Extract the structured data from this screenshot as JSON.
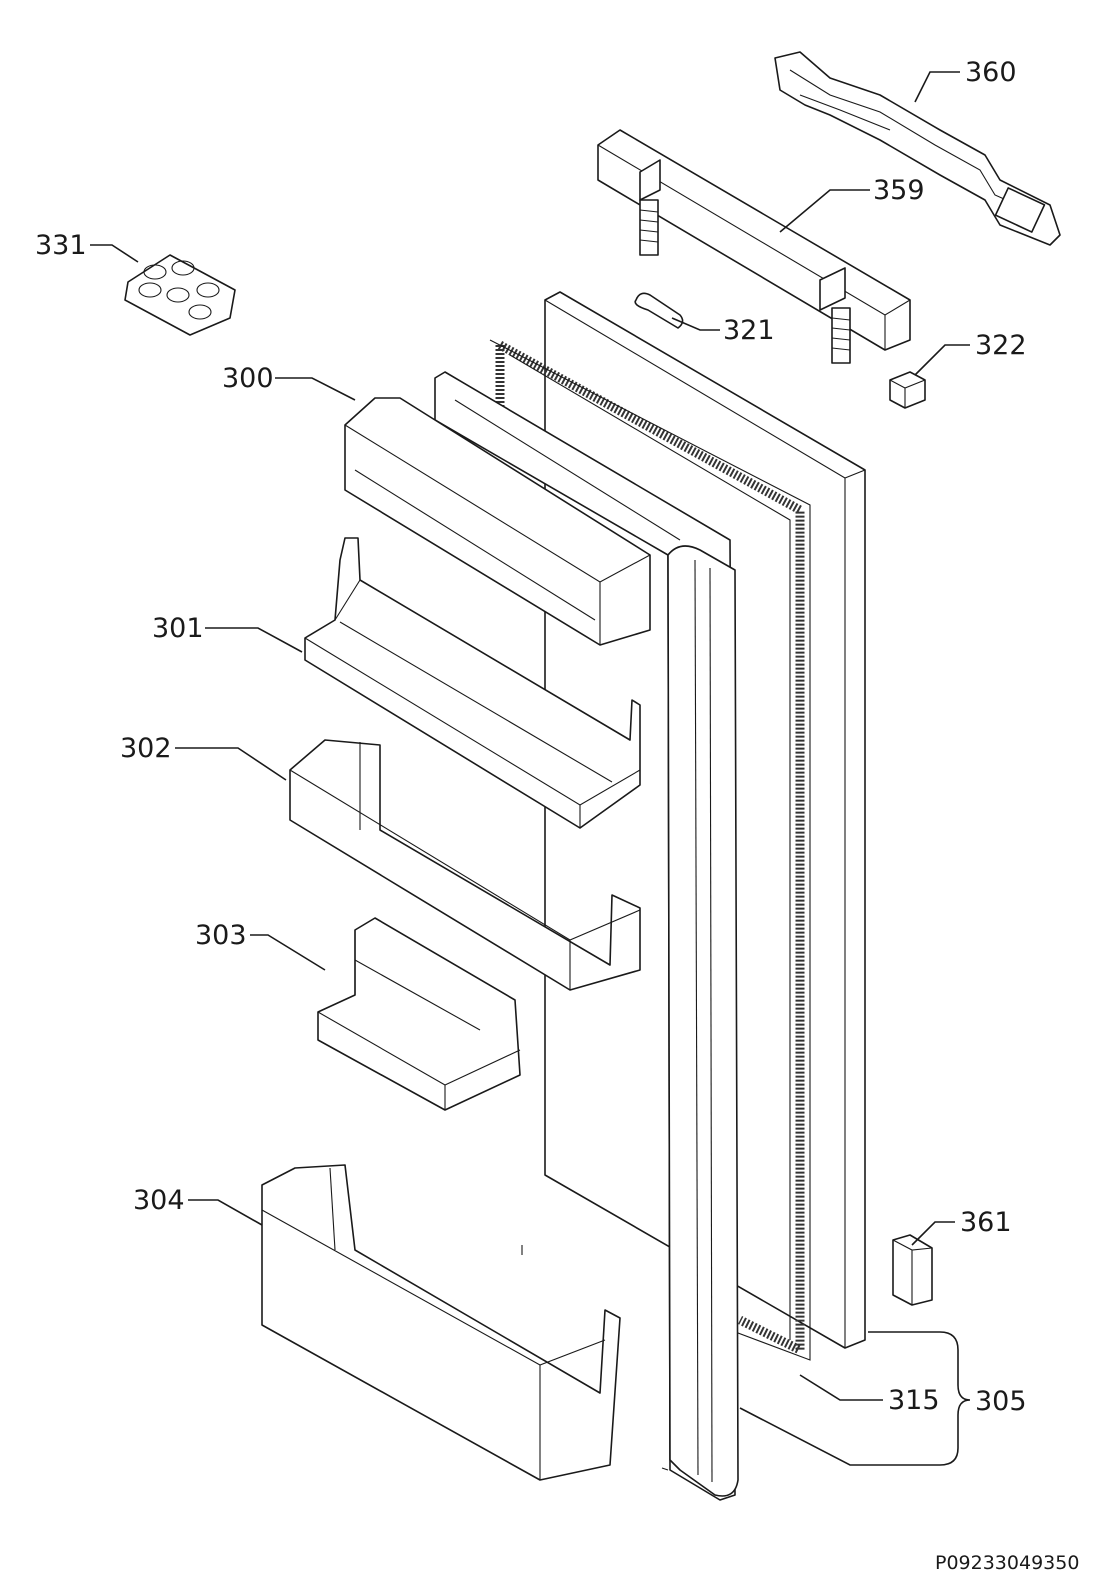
{
  "labels": {
    "p300": "300",
    "p301": "301",
    "p302": "302",
    "p303": "303",
    "p304": "304",
    "p305": "305",
    "p315": "315",
    "p321": "321",
    "p322": "322",
    "p331": "331",
    "p359": "359",
    "p360": "360",
    "p361": "361"
  },
  "drawing_code": "P09233049350"
}
